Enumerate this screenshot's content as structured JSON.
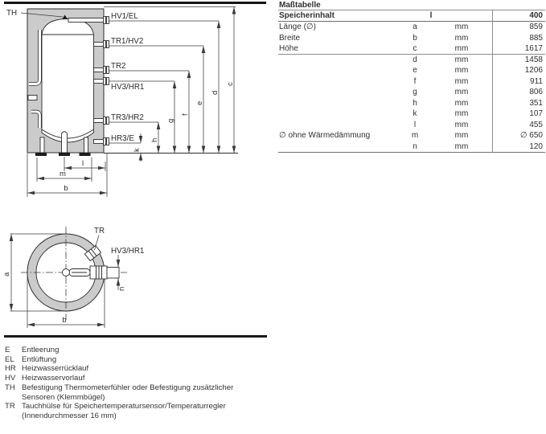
{
  "colors": {
    "insulation_gray": "#cbcbcb",
    "drawing_line": "#2d2d2d",
    "table_rule": "#8c8c8c",
    "text": "#303030"
  },
  "front_view": {
    "th": "TH",
    "connections": [
      "HV1/EL",
      "TR1/HV2",
      "TR2",
      "HV3/HR1",
      "TR3/HR2",
      "HR3/E"
    ],
    "dim_labels": {
      "c": "c",
      "d": "d",
      "e": "e",
      "f": "f",
      "g": "g",
      "h": "h",
      "k": "k"
    },
    "bottom_dim_labels": {
      "l": "l",
      "m": "m",
      "b": "b"
    }
  },
  "top_view": {
    "tr": "TR",
    "connection": "HV3/HR1",
    "dim_a": "a",
    "dim_b": "b",
    "dim_n": "n"
  },
  "table": {
    "title": "Maßtabelle",
    "header": {
      "name": "Speicherinhalt",
      "unit": "l",
      "value": "400"
    },
    "rows": [
      {
        "name": "Länge (∅)",
        "letter": "a",
        "unit": "mm",
        "value": "859"
      },
      {
        "name": "Breite",
        "letter": "b",
        "unit": "mm",
        "value": "885"
      },
      {
        "name": "Höhe",
        "letter": "c",
        "unit": "mm",
        "value": "1617"
      },
      {
        "name": "",
        "letter": "d",
        "unit": "mm",
        "value": "1458"
      },
      {
        "name": "",
        "letter": "e",
        "unit": "mm",
        "value": "1206"
      },
      {
        "name": "",
        "letter": "f",
        "unit": "mm",
        "value": "911"
      },
      {
        "name": "",
        "letter": "g",
        "unit": "mm",
        "value": "806"
      },
      {
        "name": "",
        "letter": "h",
        "unit": "mm",
        "value": "351"
      },
      {
        "name": "",
        "letter": "k",
        "unit": "mm",
        "value": "107"
      },
      {
        "name": "",
        "letter": "l",
        "unit": "mm",
        "value": "455"
      },
      {
        "name": "∅ ohne Wärmedämmung",
        "letter": "m",
        "unit": "mm",
        "value": "∅ 650"
      },
      {
        "name": "",
        "letter": "n",
        "unit": "mm",
        "value": "120"
      }
    ]
  },
  "legend": {
    "items": [
      {
        "abbr": "E",
        "text": "Entleerung"
      },
      {
        "abbr": "EL",
        "text": "Entlüftung"
      },
      {
        "abbr": "HR",
        "text": "Heizwasserrücklauf"
      },
      {
        "abbr": "HV",
        "text": "Heizwasservorlauf"
      },
      {
        "abbr": "TH",
        "text": "Befestigung Thermometerfühler oder Befestigung zusätzlicher Sensoren (Klemmbügel)"
      },
      {
        "abbr": "TR",
        "text": "Tauchhülse für Speichertemperatursensor/Temperaturregler (Innendurchmesser 16 mm)"
      }
    ]
  }
}
